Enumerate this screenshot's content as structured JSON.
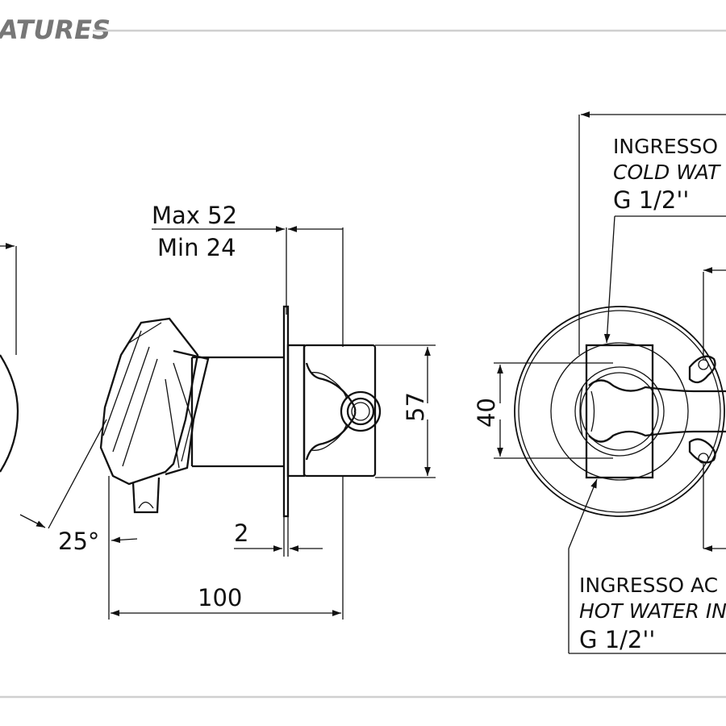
{
  "header": {
    "title": "ATURES"
  },
  "dimensions": {
    "max": "Max 52",
    "min": "Min 24",
    "height57": "57",
    "height40": "40",
    "wall": "2",
    "angle": "25°",
    "length": "100"
  },
  "labels": {
    "cold_it": "INGRESSO",
    "cold_en": "COLD WAT",
    "cold_size": "G 1/2''",
    "hot_it": "INGRESSO AC",
    "hot_en": "HOT WATER IN",
    "hot_size": "G 1/2''"
  }
}
